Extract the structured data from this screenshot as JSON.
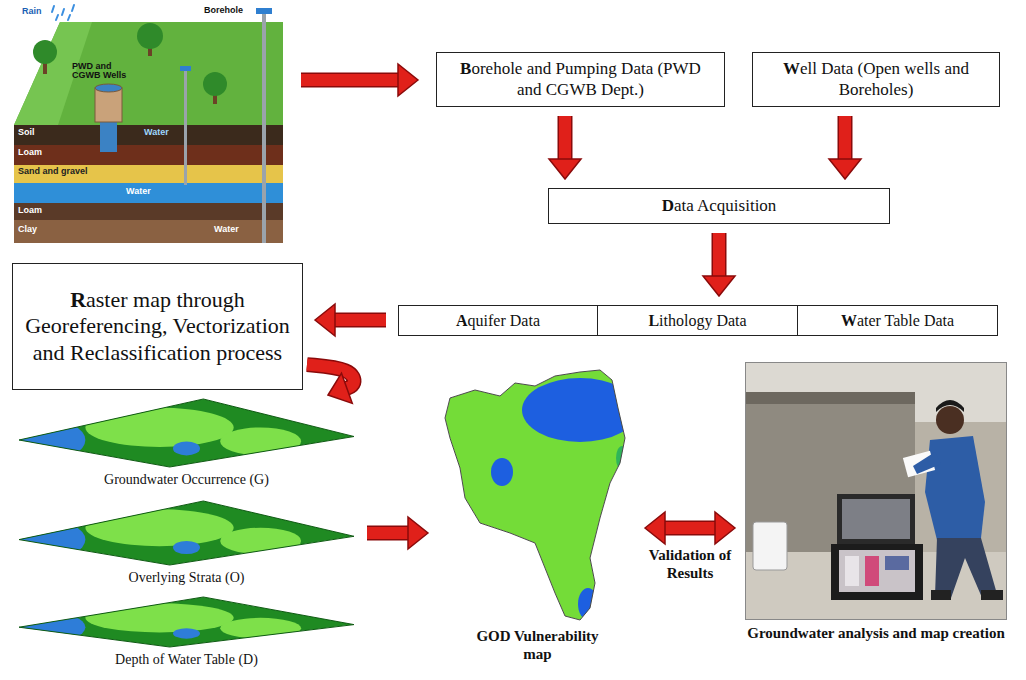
{
  "diagram": {
    "nodes": [
      {
        "text": [
          "Rain",
          "Borehole",
          "PWD and CGWB Wells",
          "Soil",
          "Water",
          "Loam",
          "Sand and gravel",
          "Water",
          "Loam",
          "Clay",
          "Water"
        ]
      },
      {
        "text": [
          "Borehole and Pumping Data (PWD and CGWB Dept.)"
        ]
      },
      {
        "text": [
          "Well Data (Open wells and Boreholes)"
        ]
      },
      {
        "text": [
          "Data Acquisition"
        ]
      },
      {
        "text": [
          "Aquifer Data"
        ]
      },
      {
        "text": [
          "Lithology Data"
        ]
      },
      {
        "text": [
          "Water Table Data"
        ]
      },
      {
        "text": [
          "Raster map through Georeferencing, Vectorization and Reclassification process"
        ]
      },
      {
        "text": [
          "Groundwater Occurrence (G)"
        ]
      },
      {
        "text": [
          "Overlying Strata (O)"
        ]
      },
      {
        "text": [
          "Depth of Water Table (D)"
        ]
      },
      {
        "text": [
          "GOD Vulnerability map"
        ]
      },
      {
        "text": [
          "Groundwater analysis and map creation"
        ]
      }
    ],
    "edges": [
      {
        "from": 0,
        "to": 1,
        "arrow": "to"
      },
      {
        "from": 1,
        "to": 3,
        "arrow": "to"
      },
      {
        "from": 2,
        "to": 3,
        "arrow": "to"
      },
      {
        "from": 3,
        "to": 5,
        "arrow": "to"
      },
      {
        "from": 4,
        "to": 7,
        "arrow": "to"
      },
      {
        "from": 7,
        "to": 8,
        "arrow": "to"
      },
      {
        "from": 9,
        "to": 11,
        "arrow": "to"
      },
      {
        "from": 11,
        "to": 12,
        "label": "Validation of Results",
        "arrow": "both"
      }
    ]
  }
}
